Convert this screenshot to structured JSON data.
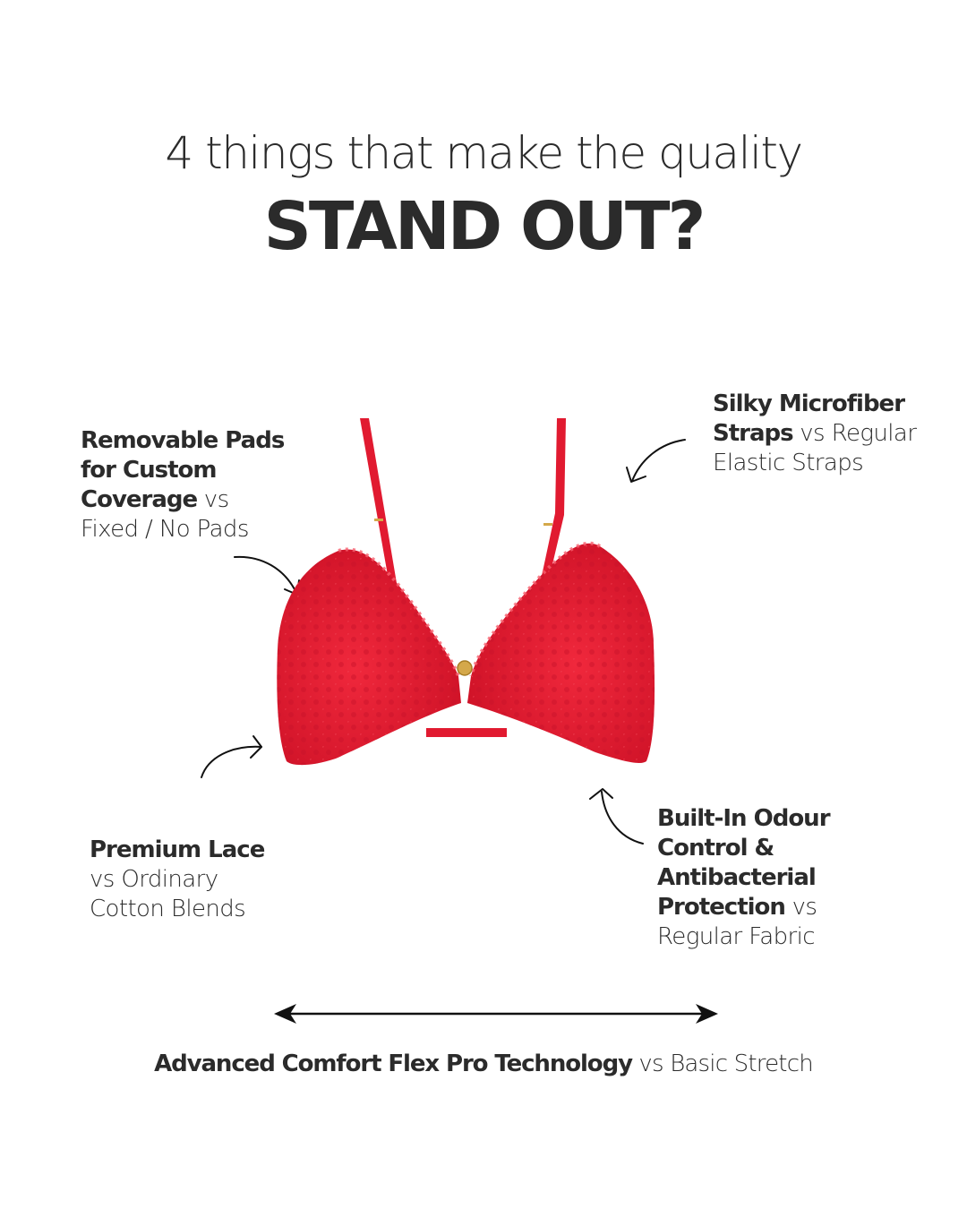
{
  "headline": {
    "line1": "4 things that make the quality",
    "line2": "STAND OUT?"
  },
  "callouts": [
    {
      "id": "removable-pads",
      "bold_lines": [
        "Removable Pads",
        "for Custom",
        "Coverage"
      ],
      "vs": " vs",
      "light_lines": [
        "Fixed / No Pads"
      ]
    },
    {
      "id": "microfiber-straps",
      "bold_lines": [
        "Silky Microfiber",
        "Straps"
      ],
      "vs": " vs Regular",
      "light_lines": [
        "Elastic Straps"
      ]
    },
    {
      "id": "premium-lace",
      "bold_lines": [
        "Premium Lace"
      ],
      "vs": "",
      "light_lines": [
        "vs Ordinary",
        "Cotton Blends"
      ]
    },
    {
      "id": "odour-control",
      "bold_lines": [
        "Built-In Odour",
        "Control &",
        "Antibacterial",
        "Protection"
      ],
      "vs": " vs",
      "light_lines": [
        "Regular Fabric"
      ]
    }
  ],
  "footer": {
    "bold": "Advanced Comfort Flex Pro Technology",
    "light": " vs Basic Stretch"
  },
  "product": {
    "alt": "Red lace push-up bra",
    "color": "#e4192f",
    "shade_color": "#c9122a",
    "charm_color": "#d4a84a"
  },
  "colors": {
    "text": "#2b2b2b",
    "background": "#ffffff",
    "arrow": "#111111"
  }
}
